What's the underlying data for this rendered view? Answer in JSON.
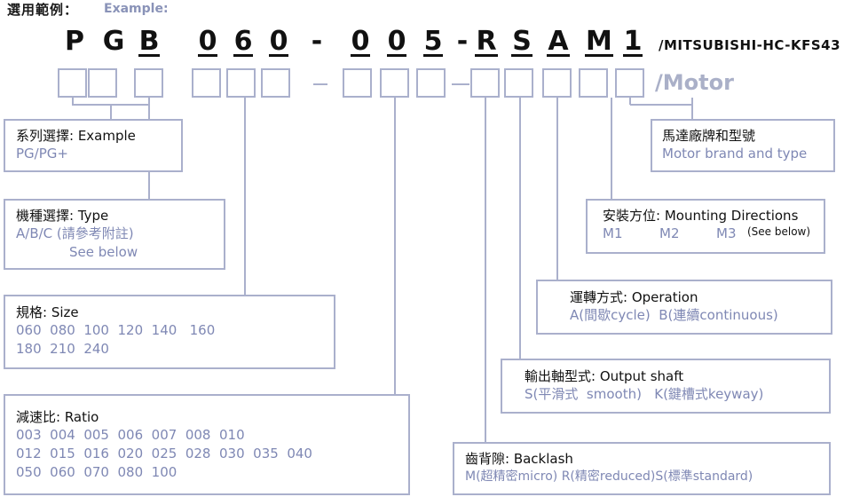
{
  "header": {
    "label": "選用範例：",
    "example": "Example:"
  },
  "code": {
    "chars": [
      "P",
      "G",
      "B",
      "0",
      "6",
      "0",
      "-",
      "0",
      "0",
      "5",
      "-",
      "R",
      "S",
      "A",
      "M",
      "1"
    ],
    "brand_suffix": "/MITSUBISHI-HC-KFS43",
    "motor_suffix": "/Motor"
  },
  "boxes": {
    "series": {
      "title": "系列選擇: Example",
      "values": "PG/PG+"
    },
    "model": {
      "title": "機種選擇: Type",
      "values": "A/B/C (請參考附註)",
      "note": "See below"
    },
    "size": {
      "title": "規格: Size",
      "row1": "060  080  100  120  140   160",
      "row2": "180  210  240"
    },
    "ratio": {
      "title": "減速比: Ratio",
      "row1": "003  004  005  006  007  008  010",
      "row2": "012  015  016  020  025  028  030  035  040",
      "row3": "050  060  070  080  100"
    },
    "brand": {
      "title": "馬達廠牌和型號",
      "values": "Motor brand and type"
    },
    "mounting": {
      "title": "安裝方位:  Mounting Directions",
      "m1": "M1",
      "m2": "M2",
      "m3": "M3",
      "note": "(See below)"
    },
    "operation": {
      "title": "運轉方式: Operation",
      "values": "A(間歇cycle)  B(連續continuous)"
    },
    "output": {
      "title": "輸出軸型式: Output shaft",
      "values": "S(平滑式  smooth)   K(鍵槽式keyway)"
    },
    "backlash": {
      "title": "齒背隙: Backlash",
      "values": "M(超精密micro) R(精密reduced)S(標準standard)"
    }
  }
}
